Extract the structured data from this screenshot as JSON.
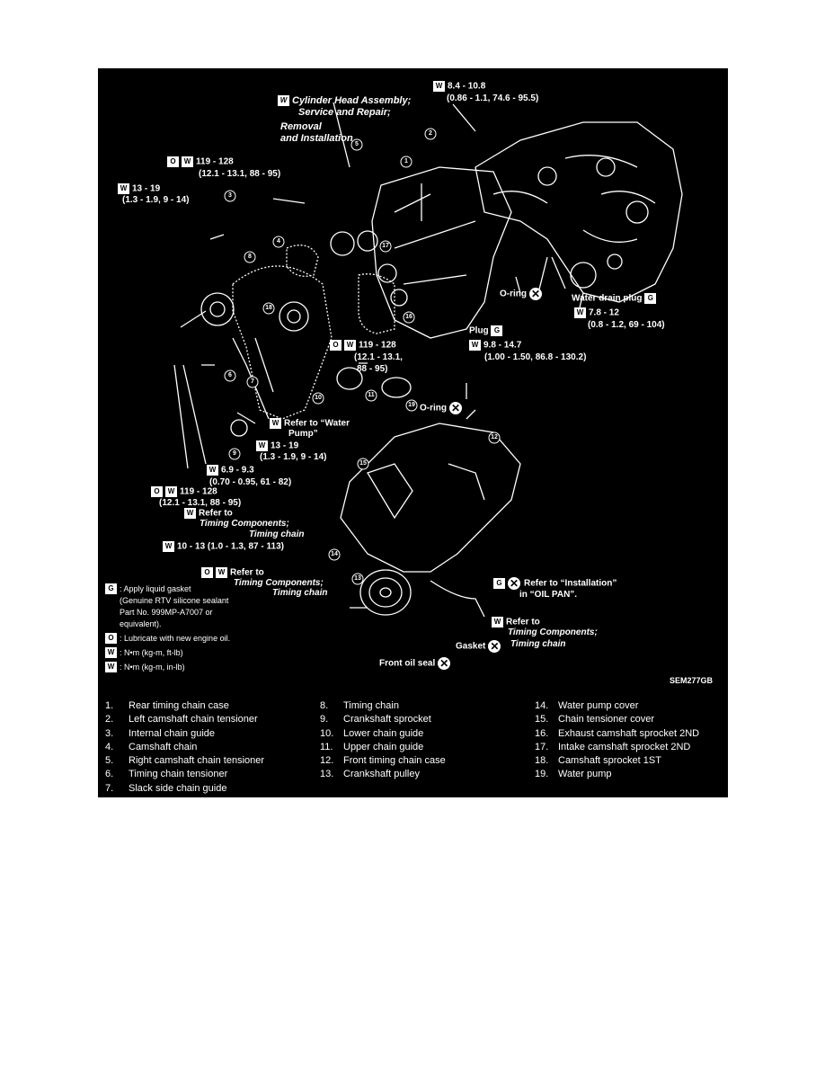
{
  "labels": {
    "torque_8_4": "8.4 - 10.8",
    "torque_8_4_sub": "(0.86 - 1.1, 74.6 - 95.5)",
    "cyl_head_1": "Cylinder Head Assembly;",
    "cyl_head_2": "Service and Repair;",
    "cyl_head_3": "Removal",
    "cyl_head_4": "and Installation",
    "t119_top": "119 - 128",
    "t119_top_sub": "(12.1 - 13.1, 88 - 95)",
    "t13_top": "13 - 19",
    "t13_top_sub": "(1.3 - 1.9, 9 - 14)",
    "oring_right": "O-ring",
    "water_drain": "Water drain plug",
    "t78": "7.8 - 12",
    "t78_sub": "(0.8 - 1.2, 69 - 104)",
    "plug": "Plug",
    "t98": "9.8 - 14.7",
    "t98_sub": "(1.00 - 1.50, 86.8 - 130.2)",
    "t119_mid": "119 - 128",
    "t119_mid_sub1": "(12.1 - 13.1,",
    "t119_mid_sub2": "88 - 95)",
    "oring_mid": "O-ring",
    "refer_water_1": "Refer to “Water",
    "refer_water_2": "Pump”",
    "t13_mid": "13 - 19",
    "t13_mid_sub": "(1.3 - 1.9, 9 - 14)",
    "t69": "6.9 - 9.3",
    "t69_sub": "(0.70 - 0.95, 61 - 82)",
    "t119_left": "119 - 128",
    "t119_left_sub": "(12.1 - 13.1, 88 - 95)",
    "refer_tc_1": "Refer to",
    "refer_tc_2": "Timing Components;",
    "refer_tc_3": "Timing chain",
    "t10": "10 - 13 (1.0 - 1.3, 87 - 113)",
    "refer_tc2_1": "Refer to",
    "refer_tc2_2": "Timing Components;",
    "refer_tc2_3": "Timing chain",
    "refer_install_1": "Refer to “Installation”",
    "refer_install_2": "in “OIL PAN”.",
    "refer_tc3_1": "Refer to",
    "refer_tc3_2": "Timing Components;",
    "gasket": "Gasket",
    "refer_tc3_3": "Timing chain",
    "front_oil_seal": "Front oil seal"
  },
  "legend": [
    {
      "symbol": "gasket-icon",
      "text": ": Apply liquid gasket\n(Genuine RTV silicone sealant\nPart No. 999MP-A7007 or\nequivalent)."
    },
    {
      "symbol": "oil-can-icon",
      "text": ": Lubricate with new engine oil."
    },
    {
      "symbol": "torque-wrench-icon",
      "text": ": N•m (kg-m, ft-lb)"
    },
    {
      "symbol": "torque-wrench-icon",
      "text": ": N•m (kg-m, in-lb)"
    }
  ],
  "figure_code": "SEM277GB",
  "parts": {
    "col1": [
      {
        "num": "1.",
        "name": "Rear timing chain case"
      },
      {
        "num": "2.",
        "name": "Left camshaft chain tensioner"
      },
      {
        "num": "3.",
        "name": "Internal chain guide"
      },
      {
        "num": "4.",
        "name": "Camshaft chain"
      },
      {
        "num": "5.",
        "name": "Right camshaft chain tensioner"
      },
      {
        "num": "6.",
        "name": "Timing chain tensioner"
      },
      {
        "num": "7.",
        "name": "Slack side chain guide"
      }
    ],
    "col2": [
      {
        "num": "8.",
        "name": "Timing chain"
      },
      {
        "num": "9.",
        "name": "Crankshaft sprocket"
      },
      {
        "num": "10.",
        "name": "Lower chain guide"
      },
      {
        "num": "11.",
        "name": "Upper chain guide"
      },
      {
        "num": "12.",
        "name": "Front timing chain case"
      },
      {
        "num": "13.",
        "name": "Crankshaft pulley"
      }
    ],
    "col3": [
      {
        "num": "14.",
        "name": "Water pump cover"
      },
      {
        "num": "15.",
        "name": "Chain tensioner cover"
      },
      {
        "num": "16.",
        "name": "Exhaust camshaft sprocket 2ND"
      },
      {
        "num": "17.",
        "name": "Intake camshaft sprocket 2ND"
      },
      {
        "num": "18.",
        "name": "Camshaft sprocket 1ST"
      },
      {
        "num": "19.",
        "name": "Water pump"
      }
    ]
  },
  "callouts": [
    "1",
    "2",
    "3",
    "4",
    "5",
    "6",
    "7",
    "8",
    "9",
    "10",
    "11",
    "12",
    "13",
    "14",
    "15",
    "16",
    "17",
    "18",
    "19"
  ],
  "symbols": {
    "wrench": "W",
    "oil": "O",
    "gasket": "G",
    "cross": "✕"
  }
}
